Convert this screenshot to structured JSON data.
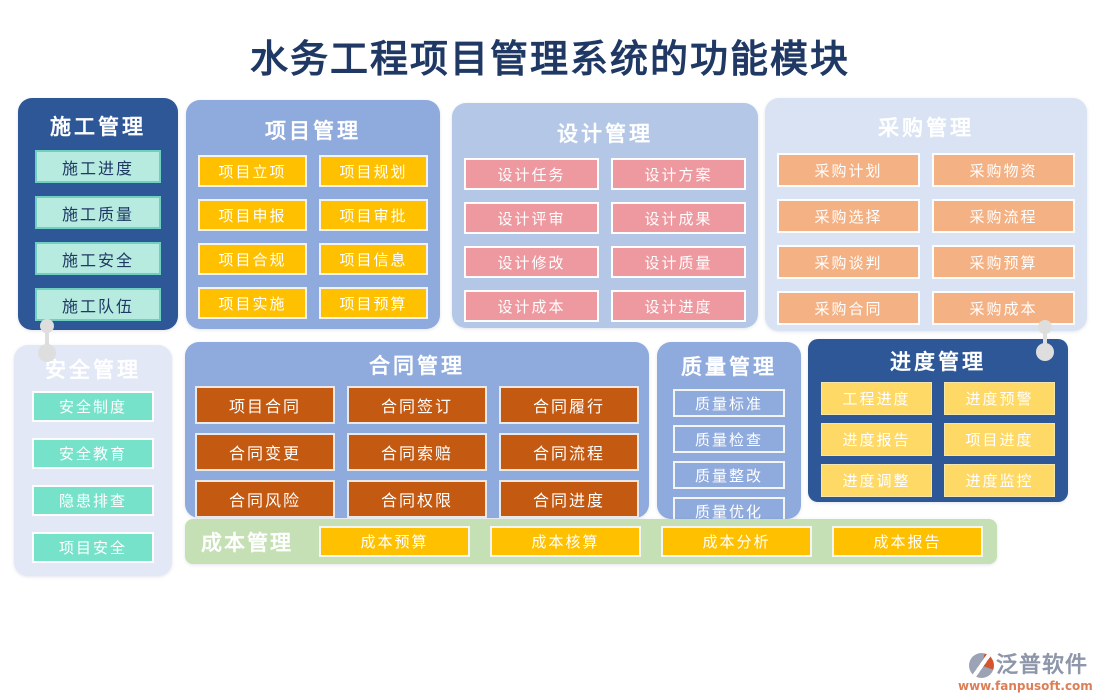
{
  "page": {
    "title": "水务工程项目管理系统的功能模块"
  },
  "panels": {
    "construction": {
      "title": "施工管理",
      "items": [
        "施工进度",
        "施工质量",
        "施工安全",
        "施工队伍"
      ]
    },
    "project": {
      "title": "项目管理",
      "items": [
        "项目立项",
        "项目规划",
        "项目申报",
        "项目审批",
        "项目合规",
        "项目信息",
        "项目实施",
        "项目预算"
      ]
    },
    "design": {
      "title": "设计管理",
      "items": [
        "设计任务",
        "设计方案",
        "设计评审",
        "设计成果",
        "设计修改",
        "设计质量",
        "设计成本",
        "设计进度"
      ]
    },
    "procurement": {
      "title": "采购管理",
      "items": [
        "采购计划",
        "采购物资",
        "采购选择",
        "采购流程",
        "采购谈判",
        "采购预算",
        "采购合同",
        "采购成本"
      ]
    },
    "safety": {
      "title": "安全管理",
      "items": [
        "安全制度",
        "安全教育",
        "隐患排查",
        "项目安全"
      ]
    },
    "contract": {
      "title": "合同管理",
      "items": [
        "项目合同",
        "合同签订",
        "合同履行",
        "合同变更",
        "合同索赔",
        "合同流程",
        "合同风险",
        "合同权限",
        "合同进度"
      ]
    },
    "quality": {
      "title": "质量管理",
      "items": [
        "质量标准",
        "质量检查",
        "质量整改",
        "质量优化"
      ]
    },
    "schedule": {
      "title": "进度管理",
      "items": [
        "工程进度",
        "进度预警",
        "进度报告",
        "项目进度",
        "进度调整",
        "进度监控"
      ]
    },
    "cost": {
      "title": "成本管理",
      "items": [
        "成本预算",
        "成本核算",
        "成本分析",
        "成本报告"
      ]
    }
  },
  "footer": {
    "brand": "泛普软件",
    "url": "www.fanpusoft.com"
  },
  "colors": {
    "title_text": "#1F3864",
    "dark_blue_panel": "#2E5797",
    "periwinkle_panel": "#8FAADC",
    "light_periwinkle_panel": "#B4C7E7",
    "pale_blue_panel": "#DAE3F3",
    "pale_lavender_panel": "#E3E8F7",
    "green_panel": "#C5E0B4",
    "gold_chip": "#FFC000",
    "yellow_chip": "#FFD966",
    "pink_chip": "#EE98A0",
    "peach_chip": "#F4B183",
    "mint_chip": "#77E2CA",
    "mint_light_chip": "#B7EBDF",
    "rust_chip": "#C45911",
    "connector_gray": "#DEDEDE",
    "brand_gray": "#8E96AA",
    "brand_orange": "#DD7E57"
  }
}
